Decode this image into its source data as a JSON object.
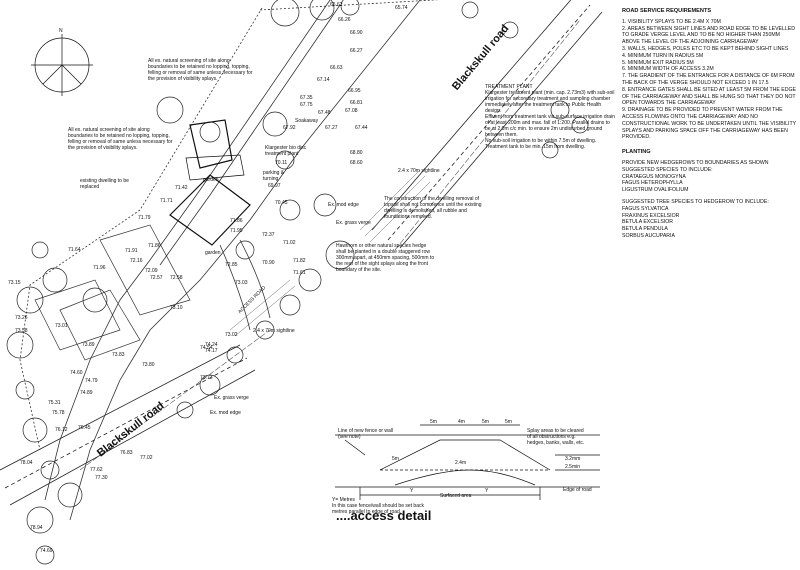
{
  "requirements": {
    "heading": "ROAD SERVICE REQUIREMENTS",
    "items": [
      "1. VISIBILITY SPLAYS TO BE 2.4M X 70M",
      "2. AREAS BETWEEN SIGHT LINES AND ROAD EDGE TO BE LEVELLED TO GRADE VERGE LEVEL AND TO BE NO HIGHER THAN 250MM ABOVE THE LEVEL OF THE ADJOINING CARRIAGEWAY",
      "3. WALLS, HEDGES, POLES ETC TO BE KEPT BEHIND SIGHT LINES",
      "4. MINIMUM TURN IN RADIUS 5M",
      "5. MINIMUM EXIT RADIUS 5M",
      "6. MINIMUM WIDTH OF ACCESS 3.2M",
      "7. THE GRADIENT OF THE ENTRANCE FOR A DISTANCE OF 6M FROM THE BACK OF THE VERGE SHOULD NOT EXCEED 1 IN 17.5",
      "8. ENTRANCE GATES SHALL BE SITED AT LEAST 5M FROM THE EDGE OF THE CARRIAGEWAY AND SHALL BE HUNG SO THAT THEY DO NOT OPEN TOWARDS THE CARRIAGEWAY",
      "9. DRAINAGE TO BE PROVIDED TO PREVENT WATER FROM THE ACCESS FLOWING ONTO THE CARRIAGEWAY AND NO CONSTRUCTIONAL WORK TO BE UNDERTAKEN UNTIL THE VISIBILITY SPLAYS AND PARKING SPACE OFF THE CARRIAGEWAY HAS BEEN PROVIDED."
    ]
  },
  "planting": {
    "heading": "PLANTING",
    "intro": "PROVIDE NEW HEDGEROWS TO BOUNDARIES AS SHOWN SUGGESTED SPECIES TO INCLUDE:",
    "hedge_species": [
      "CRATAEGUS MONOGYNA",
      "FAGUS HETEROPHYLLA",
      "LIGUSTRUM OVALIFOLIUM"
    ],
    "tree_intro": "SUGGESTED TREE SPECIES TO HEDGEROW TO INCLUDE:",
    "tree_species": [
      "FAGUS SYLVATICA",
      "FRAXINUS EXCELSIOR",
      "BETULA EXCELSIOR",
      "BETULA PENDULA",
      "SORBUS AUCUPARIA"
    ]
  },
  "plan": {
    "road_name_upper": "Blackskull road",
    "road_name_lower": "Blackskull road",
    "access_detail_title": "....access detail",
    "notes": {
      "screening_upper": "All ex. natural screening of site along boundaries to be retained no lopping, topping, felling or removal of same unless necessary for the provision of visibility splays.",
      "screening_left": "All ex. natural screening of site along boundaries to be retained no lopping, topping, felling or removal of same unless necessary for the provision of visibility splays.",
      "treatment_plant": "TREATMENT PLANT\nKlargester treatment plant (min. cap. 2.73m3) with sub-soil irrigation for secondary treatment and sampling chamber immediately after the treatment tank to Public Health design.\nEffluent from treatment tank via sub-surface irrigation drain of at least 200m and max. fall of 1:200. Parallel drains to be at 2.0m c/c min. to ensure 2m undisturbed ground between them.\nNo sub-soil irrigation to be within 7.5m of dwelling.\nTreatment tank to be min. 15m from dwelling.",
      "demolition": "The construction of the dwelling removal of topsoil shall not commence until the existing dwelling is demolished, all rubble and foundations removed.",
      "hedge_planting": "Hawthorn or other natural species hedge shall be planted in a double staggered row 300mm apart, at 450mm spacing, 500mm to the rear of the sight splays along the front boundary of the site.",
      "existing_dwelling": "existing dwelling to be replaced",
      "klargester": "Klargester bio disc treatment plant",
      "garden_1": "garden",
      "garden_2": "garden",
      "parking": "parking & turning",
      "soakaway": "Soakaway",
      "sightline_1": "2.4 x 70m sightline",
      "sightline_2": "2.4 x 70m sightline",
      "mod_edge_1": "Ex. mod edge",
      "mod_edge_2": "Ex. mod edge",
      "grass_verge_1": "Ex. grass verge",
      "grass_verge_2": "Ex. grass verge",
      "access_road": "ACCESS ROAD",
      "fence_note": "Line of new fence or wall (see note)",
      "splay_note": "Splay areas to be cleared of all obstructions e.g. hedges, banks, walls, etc.",
      "setback_note": "Y= Metres\nIn this case fence/wall should be set back metres parallel to edge of road.",
      "surfaced_area": "Surfaced area",
      "edge_of_road": "Edge of road",
      "dim_5m_a": "5m",
      "dim_4m": "4m",
      "dim_5m_b": "5m",
      "dim_5m_c": "5m",
      "dim_2_4m": "2.4m",
      "dim_3_2": "3.2mm",
      "dim_2_5": "2.5min",
      "dim_y1": "Y",
      "dim_y2": "Y",
      "dim_5m_side": "5m",
      "compass": "N"
    },
    "levels": [
      "65.62",
      "65.74",
      "66.26",
      "66.90",
      "66.63",
      "67.14",
      "66.95",
      "66.27",
      "67.48",
      "67.35",
      "67.75",
      "67.92",
      "66.81",
      "67.27",
      "67.08",
      "69.97",
      "70.11",
      "67.44",
      "68.80",
      "68.60",
      "70.45",
      "71.42",
      "71.71",
      "71.79",
      "71.91",
      "71.64",
      "71.96",
      "71.86",
      "72.16",
      "72.09",
      "72.57",
      "72.58",
      "73.03",
      "72.85",
      "71.86",
      "71.95",
      "71.02",
      "72.37",
      "70.90",
      "71.82",
      "71.61",
      "73.15",
      "73.26",
      "73.01",
      "73.58",
      "73.89",
      "73.83",
      "73.80",
      "74.54",
      "74.24",
      "74.17",
      "74.60",
      "74.79",
      "74.89",
      "75.31",
      "75.78",
      "76.12",
      "76.45",
      "76.83",
      "77.02",
      "77.62",
      "77.30",
      "78.04",
      "78.94",
      "74.69",
      "73.02",
      "73.10",
      "73.73"
    ]
  }
}
